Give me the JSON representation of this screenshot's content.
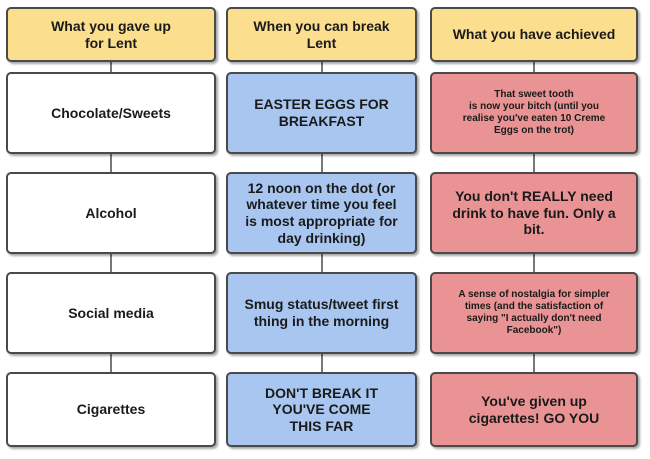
{
  "colors": {
    "header": "#fbdf8e",
    "category": "#ffffff",
    "when": "#a8c6f0",
    "achieve": "#e99394",
    "line": "#4a4a4a"
  },
  "headers": [
    "What you gave up\nfor Lent",
    "When you can break\nLent",
    "What you have achieved"
  ],
  "rows": [
    {
      "category": "Chocolate/Sweets",
      "when": "EASTER EGGS FOR\nBREAKFAST",
      "achieved": "That sweet tooth\nis now your bitch (until you\nrealise you've eaten 10 Creme\nEggs on the trot)"
    },
    {
      "category": "Alcohol",
      "when": "12 noon on the dot (or\nwhatever time you feel\nis most appropriate for\nday drinking)",
      "achieved": "You don't REALLY need\ndrink to have fun. Only a\nbit."
    },
    {
      "category": "Social media",
      "when": "Smug status/tweet first\nthing in the morning",
      "achieved": "A sense of nostalgia for simpler\ntimes (and the satisfaction of\nsaying \"I actually don't need\nFacebook\")"
    },
    {
      "category": "Cigarettes",
      "when": "DON'T BREAK IT\nYOU'VE COME\nTHIS FAR",
      "achieved": "You've given up\ncigarettes! GO YOU"
    }
  ]
}
